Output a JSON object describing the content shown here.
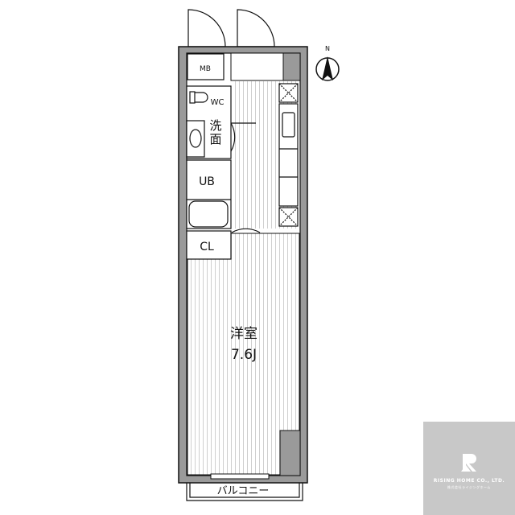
{
  "floor_plan": {
    "compass": "N",
    "rooms": {
      "mb": "MB",
      "wc": "WC",
      "washroom_line1": "洗",
      "washroom_line2": "面",
      "ub": "UB",
      "cl": "CL",
      "western_room": "洋室",
      "western_room_size": "7.6J",
      "balcony": "バルコニー"
    }
  },
  "watermark": {
    "company_en": "RISING HOME CO., LTD.",
    "company_jp": "株式会社ライジングホーム"
  },
  "colors": {
    "wall": "#9a9a9a",
    "stripe": "#cfcfcf",
    "watermark_bg": "#c8c8c8"
  }
}
